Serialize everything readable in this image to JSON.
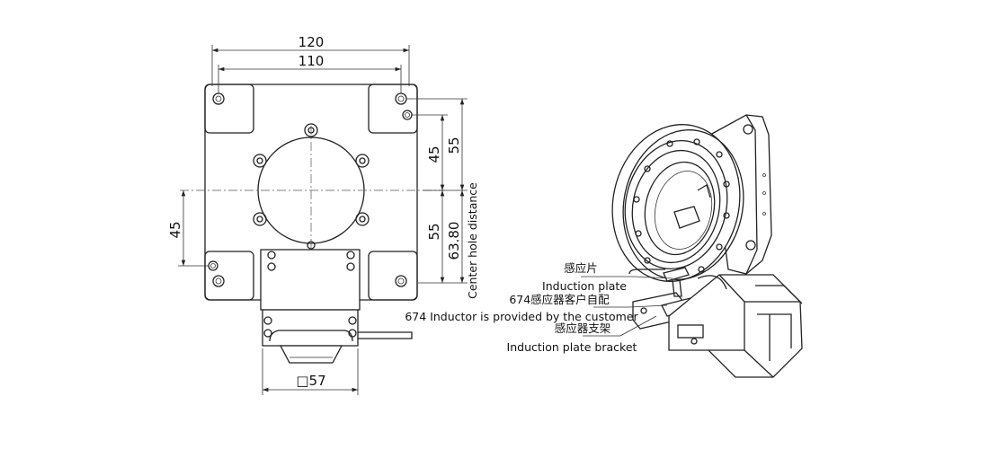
{
  "front_view": {
    "dimensions": {
      "width_120": "120",
      "width_110": "110",
      "vertical_45_right": "45",
      "vertical_55_upper": "55",
      "vertical_55_lower": "55",
      "vertical_63_80": "63.80",
      "vertical_45_left": "45",
      "motor_57": "□57"
    },
    "notes": {
      "center_hole_distance": "Center hole distance"
    }
  },
  "iso_view": {
    "callouts": {
      "induction_plate_cn": "感应片",
      "induction_plate_en": "Induction plate",
      "inductor_cn": "674感应器客户自配",
      "inductor_en": "674 Inductor is provided by the customer",
      "bracket_cn": "感应器支架",
      "bracket_en": "Induction plate bracket"
    }
  }
}
